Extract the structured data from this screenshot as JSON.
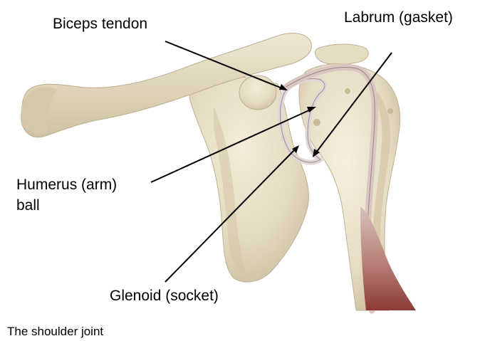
{
  "labels": {
    "biceps": "Biceps tendon",
    "labrum": "Labrum (gasket)",
    "humerus_line1": "Humerus (arm)",
    "humerus_line2": "ball",
    "glenoid": "Glenoid (socket)"
  },
  "caption": "The shoulder joint",
  "colors": {
    "bone": "#E8DFC6",
    "bone_shadow": "#C9BC9C",
    "bone_dark": "#A99B7A",
    "labrum": "#E2D4D4",
    "labrum_edge": "#9E8E8E",
    "tendon": "#D9C6C1",
    "muscle": "#A8544E",
    "leader_line": "#000000"
  }
}
